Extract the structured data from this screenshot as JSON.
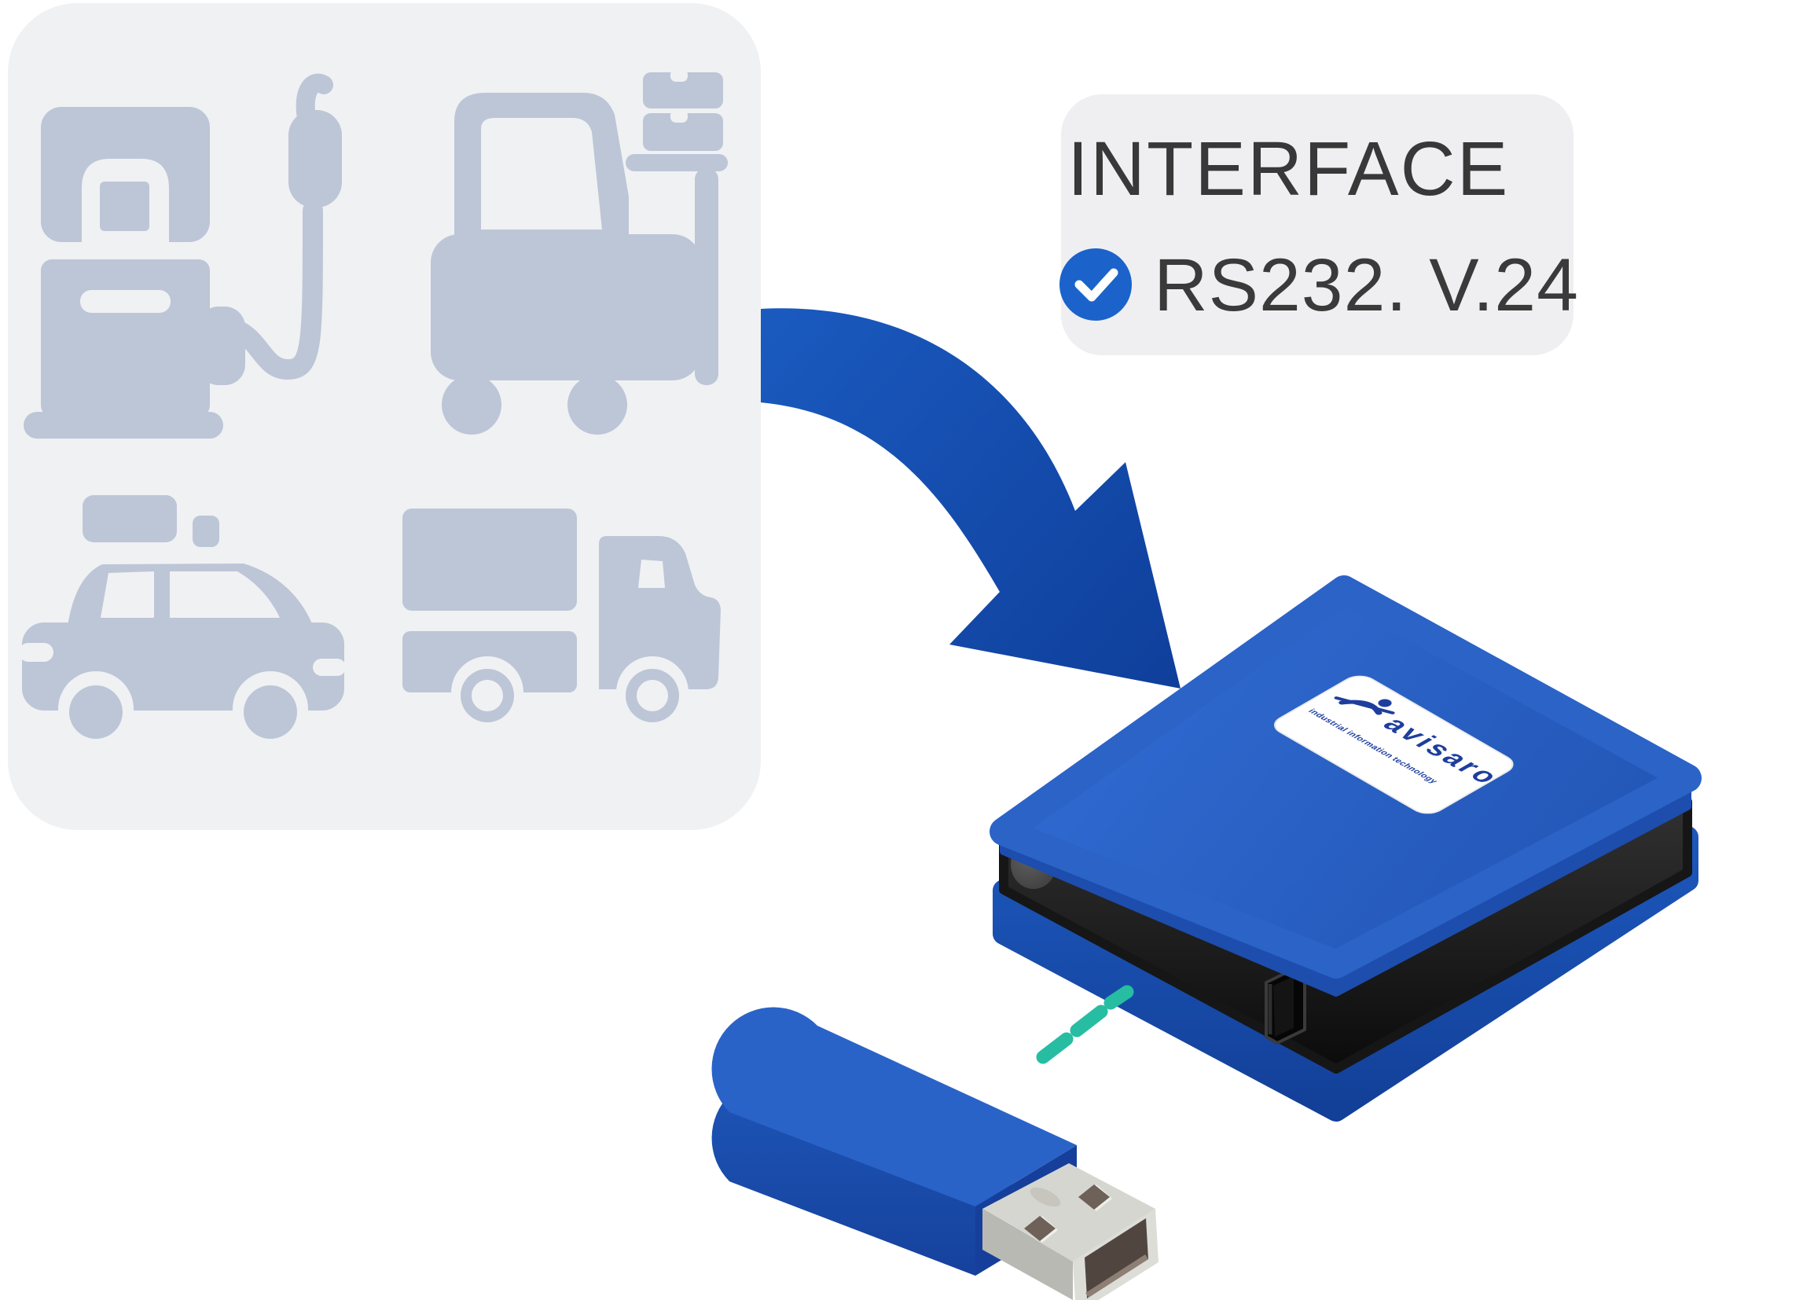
{
  "panel": {
    "description": "use-case icon panel",
    "icons": [
      {
        "name": "fuel-pump-icon"
      },
      {
        "name": "forklift-icon"
      },
      {
        "name": "car-roofbox-icon"
      },
      {
        "name": "delivery-truck-icon"
      }
    ]
  },
  "interface_card": {
    "title": "INTERFACE",
    "check_icon": "checkmark-icon",
    "value": "RS232. V.24"
  },
  "device": {
    "label_brand": "avisaro",
    "label_tagline": "industrial information technology",
    "features": [
      "status-led",
      "usb-port"
    ]
  },
  "usb_stick": {
    "connector": "usb-a-plug"
  },
  "colors": {
    "panel_gray": "#f0f1f3",
    "icon_gray": "#bdc6d7",
    "card_gray": "#efeff1",
    "text_dark": "#383838",
    "arrow_blue": "#1553b5",
    "check_blue": "#1b63ca",
    "device_top_blue": "#2b63c8",
    "device_base_blue": "#1c53b7",
    "black_band": "#141414",
    "teal_dash": "#27bda2",
    "brand_blue": "#1e3e9d",
    "metal_gray": "#d8d8d2"
  }
}
